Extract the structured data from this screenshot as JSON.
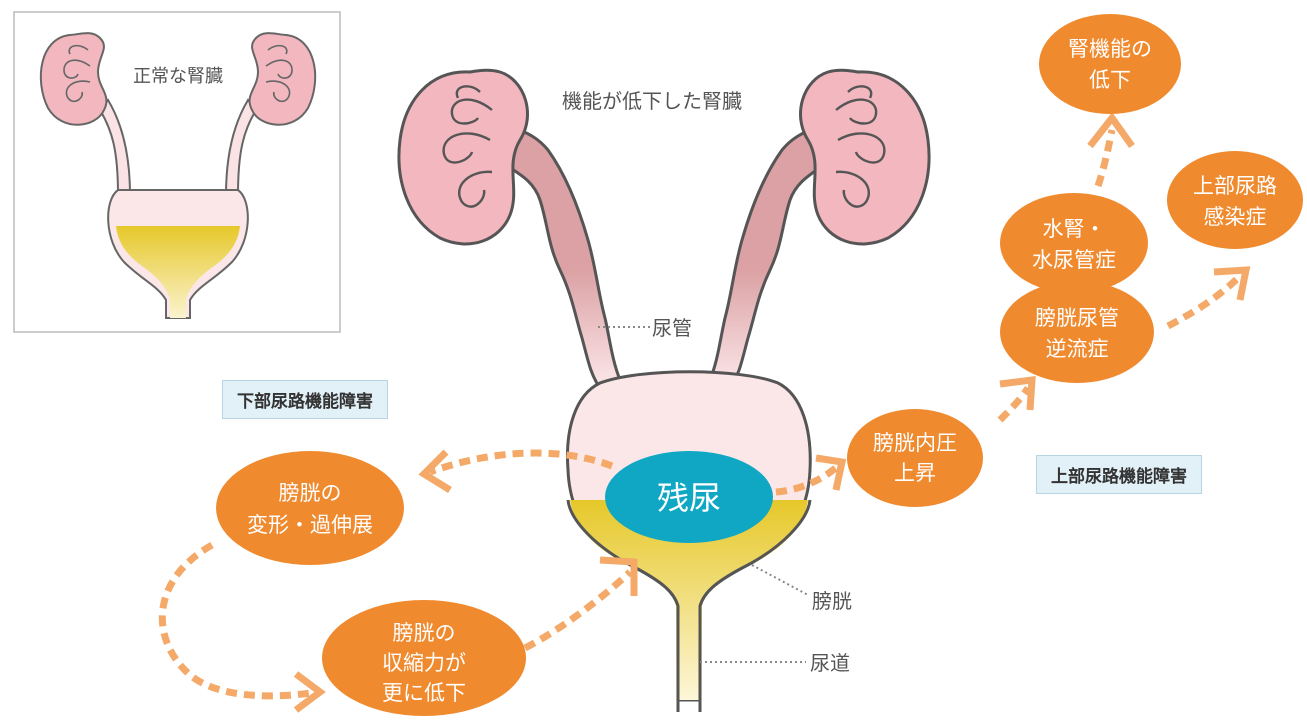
{
  "inset": {
    "label": "正常な腎臓"
  },
  "main": {
    "kidney_label": "機能が低下した腎臓",
    "ureter_label": "尿管",
    "bladder_label": "膀胱",
    "urethra_label": "尿道",
    "residual_label": "残尿"
  },
  "tags": {
    "lower": "下部尿路機能障害",
    "upper": "上部尿路機能障害"
  },
  "nodes": {
    "deform": [
      "膀胱の",
      "変形・過伸展"
    ],
    "contract": [
      "膀胱の",
      "収縮力が",
      "更に低下"
    ],
    "pressure": [
      "膀胱内圧",
      "上昇"
    ],
    "reflux": [
      "膀胱尿管",
      "逆流症"
    ],
    "hydro": [
      "水腎・",
      "水尿管症"
    ],
    "infection": [
      "上部尿路",
      "感染症"
    ],
    "renal": [
      "腎機能の",
      "低下"
    ]
  },
  "colors": {
    "node": "#f08a2f",
    "arrow": "#f4a968",
    "residual": "#0fa7c4",
    "kidney_fill": "#f2b7bf",
    "ureter_fill": "#e2a7a8",
    "urine": "#e9cf34",
    "outline": "#555555"
  }
}
